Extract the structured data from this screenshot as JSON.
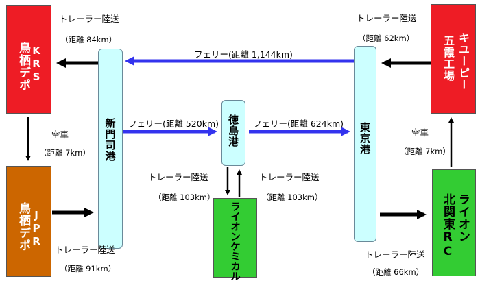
{
  "nodes": {
    "krs": {
      "line1": "KRS",
      "line2": "鳥栖デポ"
    },
    "jpr": {
      "line1": "JPR",
      "line2": "鳥栖デポ"
    },
    "shinmoji": "新門司港",
    "tokushima": "徳島港",
    "tokyo": "東京港",
    "kewpie": {
      "line1": "キユーピー",
      "line2": "五霞工場"
    },
    "lion_rc": {
      "line1": "ライオン",
      "line2": "北関東RC"
    },
    "lion_chem": "ライオンケミカル"
  },
  "labels": {
    "trailer_krs": "トレーラー陸送",
    "dist_krs": "（距離 84km）",
    "ferry_long": "フェリー(距離 1,144km)",
    "trailer_kewpie": "トレーラー陸送",
    "dist_kewpie": "（距離 62km）",
    "empty_left": "空車",
    "dist_empty_left": "（距離 7km）",
    "ferry_520": "フェリー(距離 520km)",
    "ferry_624": "フェリー(距離 624km)",
    "empty_right": "空車",
    "dist_empty_right": "（距離 7km）",
    "trailer_chem_left": "トレーラー陸送",
    "dist_chem_left": "（距離 103km）",
    "trailer_chem_right": "トレーラー陸送",
    "dist_chem_right": "（距離 103km）",
    "trailer_jpr": "トレーラー陸送",
    "dist_jpr": "（距離 91km）",
    "trailer_rc": "トレーラー陸送",
    "dist_rc": "（距離 66km）"
  },
  "colors": {
    "red": "#ee1c25",
    "orange": "#cc6600",
    "green": "#33cc33",
    "port": "#ccffff",
    "ferry_arrow": "#3333ee",
    "truck_arrow": "#000000"
  }
}
